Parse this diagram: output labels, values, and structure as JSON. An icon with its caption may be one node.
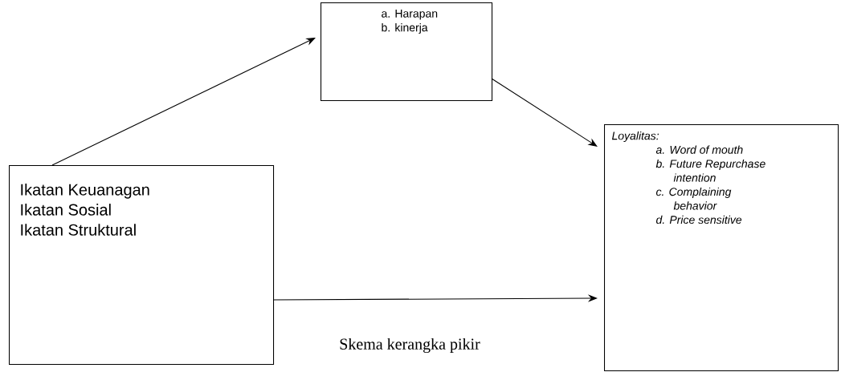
{
  "diagram": {
    "caption": "Skema kerangka pikir",
    "nodes": [
      {
        "text": [
          "a. Harapan",
          "b. kinerja"
        ]
      },
      {
        "text": [
          "Ikatan Keuanagan",
          "Ikatan Sosial",
          "Ikatan Struktural"
        ]
      },
      {
        "text": [
          "Loyalitas:",
          "a. Word of mouth",
          "b. Future Repurchase intention",
          "c. Complaining behavior",
          "d. Price sensitive"
        ]
      }
    ],
    "edges": [
      {
        "from": 1,
        "to": 0,
        "arrow": "to"
      },
      {
        "from": 0,
        "to": 2,
        "arrow": "to"
      },
      {
        "from": 1,
        "to": 2,
        "arrow": "to"
      }
    ]
  }
}
